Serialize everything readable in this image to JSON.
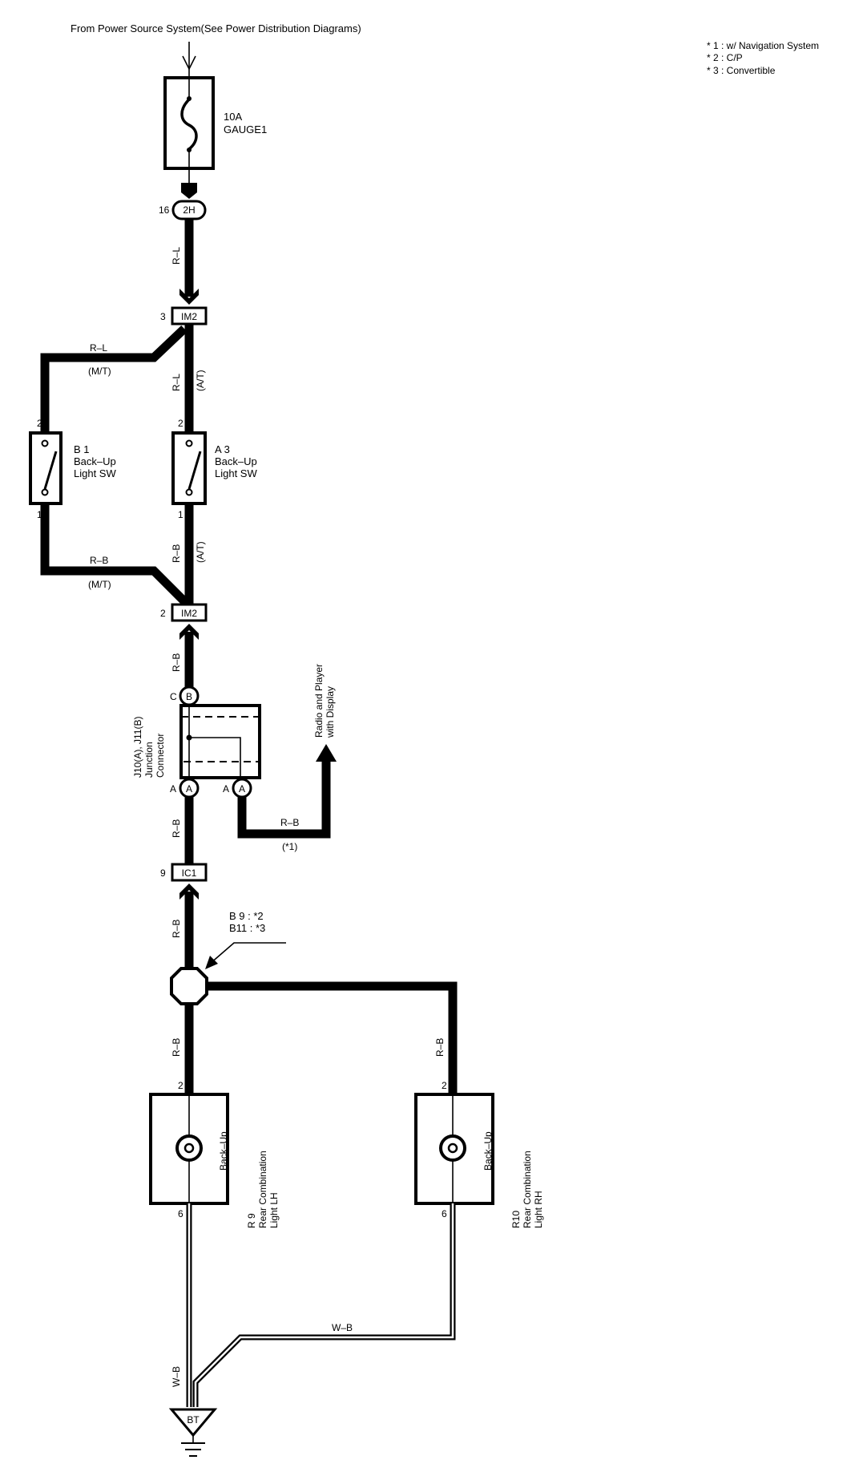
{
  "header": {
    "source_text": "From Power Source System(See Power Distribution Diagrams)"
  },
  "notes": [
    "* 1 : w/ Navigation System",
    "* 2 : C/P",
    "* 3 : Convertible"
  ],
  "fuse": {
    "rating": "10A",
    "name": "GAUGE1"
  },
  "connectors": {
    "c2h": {
      "id": "2H",
      "pin": "16"
    },
    "im2_top": {
      "id": "IM2",
      "pin": "3"
    },
    "im2_bottom": {
      "id": "IM2",
      "pin": "2"
    },
    "ic1": {
      "id": "IC1",
      "pin": "9"
    },
    "bt": {
      "id": "BT"
    }
  },
  "wires": {
    "rl_main": "R–L",
    "rl_mt": "R–L",
    "mt_top": "(M/T)",
    "rl_at": "R–L",
    "at_top": "(A/T)",
    "rb_mt": "R–B",
    "mt_bottom": "(M/T)",
    "rb_at": "R–B",
    "at_bottom": "(A/T)",
    "rb_im2": "R–B",
    "rb_jc": "R–B",
    "rb_radio": "R–B",
    "radio_note": "(*1)",
    "rb_ic1": "R–B",
    "rb_lh": "R–B",
    "rb_rh": "R–B",
    "wb_ground": "W–B",
    "wb_rh": "W–B"
  },
  "switches": {
    "b1": {
      "code": "B 1",
      "name_line1": "Back–Up",
      "name_line2": "Light SW",
      "pin_top": "2",
      "pin_bottom": "1"
    },
    "a3": {
      "code": "A 3",
      "name_line1": "Back–Up",
      "name_line2": "Light SW",
      "pin_top": "2",
      "pin_bottom": "1"
    }
  },
  "junction": {
    "label_line1": "J10(A), J11(B)",
    "label_line2": "Junction",
    "label_line3": "Connector",
    "pin_c": "C",
    "pin_c_conn": "B",
    "pin_a1": "A",
    "pin_a1_conn": "A",
    "pin_a2": "A",
    "pin_a2_conn": "A"
  },
  "radio": {
    "line1": "Radio and Player",
    "line2": "with Display"
  },
  "splice": {
    "line1": "B 9 : *2",
    "line2": "B11 : *3"
  },
  "lamps": {
    "lh": {
      "code": "R 9",
      "name_line1": "Rear Combination",
      "name_line2": "Light LH",
      "bulb": "Back–Up",
      "pin_top": "2",
      "pin_bottom": "6"
    },
    "rh": {
      "code": "R10",
      "name_line1": "Rear Combination",
      "name_line2": "Light RH",
      "bulb": "Back–Up",
      "pin_top": "2",
      "pin_bottom": "6"
    }
  }
}
